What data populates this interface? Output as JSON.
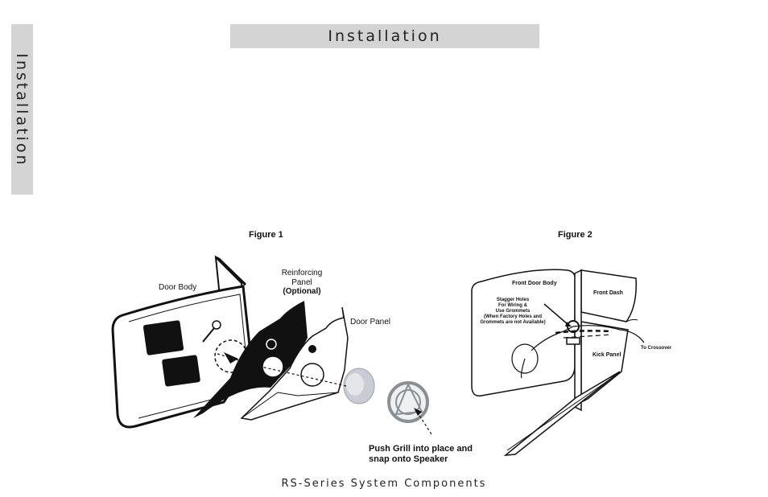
{
  "side_tab": {
    "label": "Installation"
  },
  "header": {
    "title": "Installation"
  },
  "figure1": {
    "caption": "Figure 1",
    "labels": {
      "door_body": "Door Body",
      "reinforcing_panel_line1": "Reinforcing",
      "reinforcing_panel_line2": "Panel",
      "optional": "(Optional)",
      "door_panel": "Door Panel",
      "push_grill_line1": "Push Grill into place and",
      "push_grill_line2": "snap onto Speaker"
    }
  },
  "figure2": {
    "caption": "Figure 2",
    "labels": {
      "front_door_body": "Front Door Body",
      "front_dash": "Front Dash",
      "stagger_line1": "Stagger Holes",
      "stagger_line2": "For Wiring &",
      "stagger_line3": "Use Grommets",
      "stagger_line4": "(When  Factory Holes and",
      "stagger_line5": "Grommets are not Available)",
      "kick_panel": "Kick Panel",
      "to_crossover": "To Crossover"
    }
  },
  "footer": {
    "text": "RS-Series System Components"
  }
}
